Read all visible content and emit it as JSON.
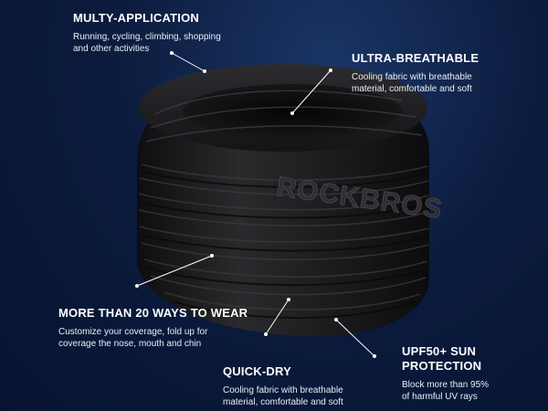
{
  "features": {
    "multi_application": {
      "title": "MULTY-APPLICATION",
      "desc": "Running, cycling, climbing, shopping\nand other activities"
    },
    "ultra_breathable": {
      "title": "ULTRA-BREATHABLE",
      "desc": "Cooling fabric with breathable\nmaterial, comfortable and soft"
    },
    "ways_to_wear": {
      "title": "MORE THAN 20 WAYS TO WEAR",
      "desc": "Customize your coverage, fold up for\ncoverage the nose, mouth and chin"
    },
    "upf_protection": {
      "title": "UPF50+ SUN\nPROTECTION",
      "desc": "Block more than 95%\nof harmful UV rays"
    },
    "quick_dry": {
      "title": "QUICK-DRY",
      "desc": "Cooling fabric with breathable\nmaterial, comfortable and soft"
    }
  },
  "product": {
    "brand_text": "ROCKBROS"
  },
  "colors": {
    "background": "#0c1c3e",
    "fabric": "#1b1b1d",
    "callout_line": "#ffffff"
  }
}
